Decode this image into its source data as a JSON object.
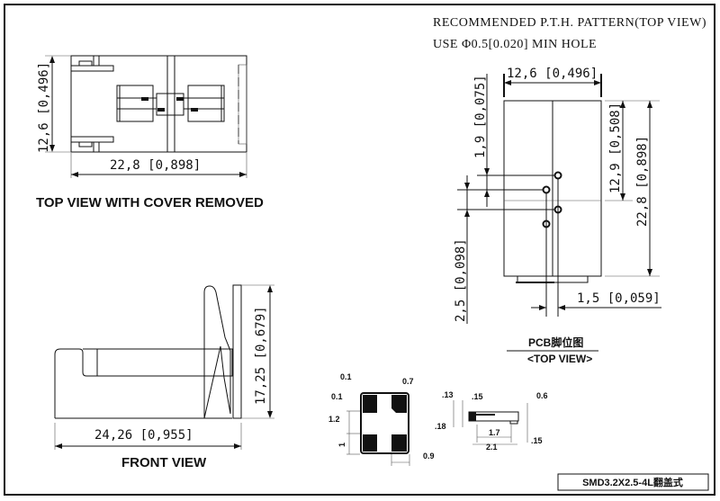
{
  "header": {
    "line1": "RECOMMENDED P.T.H. PATTERN(TOP VIEW)",
    "line2": "USE Φ0.5[0.020] MIN HOLE"
  },
  "top_view": {
    "title": "TOP VIEW WITH COVER REMOVED",
    "height_dim": "12,6 [0,496]",
    "width_dim": "22,8 [0,898]"
  },
  "front_view": {
    "title": "FRONT VIEW",
    "height_dim": "17,25 [0,679]",
    "width_dim": "24,26 [0,955]"
  },
  "pcb_pattern": {
    "title": "PCB脚位图",
    "subtitle": "<TOP VIEW>",
    "width_dim": "12,6 [0,496]",
    "offset_dim": "1,9 [0,075]",
    "pitch_dim": "2,5 [0,098]",
    "mid_dim": "12,9 [0,508]",
    "length_dim": "22,8 [0,898]",
    "col_dim": "1,5 [0,059]"
  },
  "smd_detail": {
    "top": {
      "d1": "0.1",
      "d2": "0.7",
      "d3": "0.1",
      "d4": "1.2",
      "d5": "1",
      "d6": "0.9"
    },
    "side": {
      "d1": ".13",
      "d2": ".15",
      "d3": ".18",
      "d4": "1.7",
      "d5": "2.1",
      "d6": "0.6",
      "d7": ".15"
    }
  },
  "title_block": {
    "label": "SMD3.2X2.5-4L翻盖式"
  }
}
